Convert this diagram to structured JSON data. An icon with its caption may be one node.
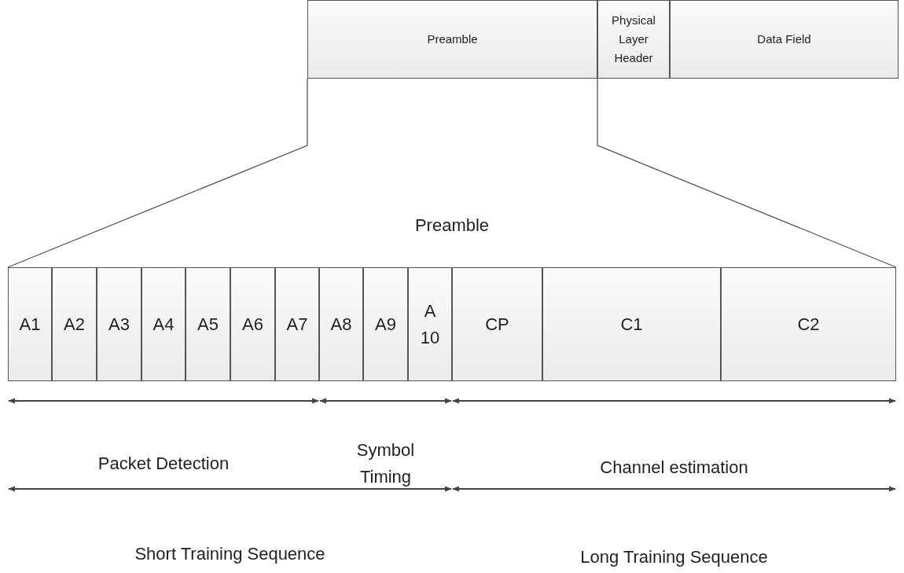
{
  "diagram": {
    "nodes": [
      {
        "text": [
          "Preamble"
        ]
      },
      {
        "text": [
          "Physical Layer Header"
        ]
      },
      {
        "text": [
          "Data Field"
        ]
      },
      {
        "text": [
          "Preamble"
        ]
      },
      {
        "text": [
          "A1"
        ],
        "in": 3
      },
      {
        "text": [
          "A2"
        ],
        "in": 3
      },
      {
        "text": [
          "A3"
        ],
        "in": 3
      },
      {
        "text": [
          "A4"
        ],
        "in": 3
      },
      {
        "text": [
          "A5"
        ],
        "in": 3
      },
      {
        "text": [
          "A6"
        ],
        "in": 3
      },
      {
        "text": [
          "A7"
        ],
        "in": 3
      },
      {
        "text": [
          "A8"
        ],
        "in": 3
      },
      {
        "text": [
          "A9"
        ],
        "in": 3
      },
      {
        "text": [
          "A 10"
        ],
        "in": 3
      },
      {
        "text": [
          "CP"
        ],
        "in": 3
      },
      {
        "text": [
          "C1"
        ],
        "in": 3
      },
      {
        "text": [
          "C2"
        ],
        "in": 3
      }
    ],
    "edges": [
      {
        "from": 0,
        "to": 3,
        "arrow": "none"
      },
      {
        "from": 0,
        "to": 3,
        "arrow": "none"
      }
    ],
    "labels": [
      "Packet Detection",
      "Symbol Timing",
      "Channel estimation",
      "Short Training Sequence",
      "Long Training Sequence"
    ]
  }
}
